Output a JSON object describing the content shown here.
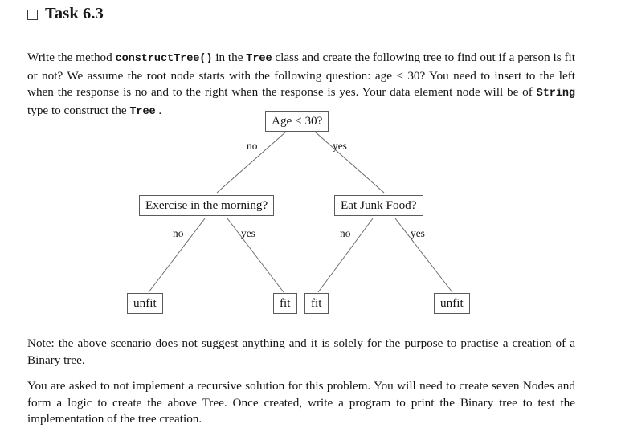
{
  "heading": {
    "checkbox_icon": "empty-checkbox",
    "title": "Task 6.3"
  },
  "paragraphs": {
    "intro": {
      "segments": [
        {
          "text": "Write the method ",
          "style": "normal"
        },
        {
          "text": "constructTree()",
          "style": "code"
        },
        {
          "text": " in the ",
          "style": "normal"
        },
        {
          "text": "Tree",
          "style": "code"
        },
        {
          "text": " class and create the following tree to find out if a person is fit or not? We assume the root node starts with the following question: age < 30? You need to insert to the left when the response is no and to the right when the response is yes. Your data element node will be of ",
          "style": "normal"
        },
        {
          "text": "String",
          "style": "code"
        },
        {
          "text": " type to construct the ",
          "style": "normal"
        },
        {
          "text": "Tree",
          "style": "code"
        },
        {
          "text": " .",
          "style": "normal"
        }
      ],
      "plain": "Write the method constructTree() in the Tree class and create the following tree to find out if a person is fit or not? We assume the root node starts with the following question: age < 30? You need to insert to the left when the response is no and to the right when the response is yes. Your data element node will be of String type to construct the Tree ."
    },
    "note": "Note: the above scenario does not suggest anything and it is solely for the purpose to practise a creation of a Binary tree.",
    "task": "You are asked to not implement a recursive solution for this problem. You will need to create seven Nodes and form a logic to create the above Tree. Once created, write a program to print the Binary tree to test the implementation of the tree creation."
  },
  "tree": {
    "nodes": [
      {
        "id": "root",
        "label": "Age < 30?"
      },
      {
        "id": "left-child",
        "label": "Exercise in the morning?"
      },
      {
        "id": "right-child",
        "label": "Eat Junk Food?"
      },
      {
        "id": "leaf-1",
        "label": "unfit"
      },
      {
        "id": "leaf-2",
        "label": "fit"
      },
      {
        "id": "leaf-3",
        "label": "fit"
      },
      {
        "id": "leaf-4",
        "label": "unfit"
      }
    ],
    "edge_labels": {
      "root_no": "no",
      "root_yes": "yes",
      "left_no": "no",
      "left_yes": "yes",
      "right_no": "no",
      "right_yes": "yes"
    }
  },
  "colors": {
    "page_background": "#ffffff",
    "text": "#151515",
    "node_border": "#5b5b5b",
    "edge_line": "#6b6b6b"
  }
}
